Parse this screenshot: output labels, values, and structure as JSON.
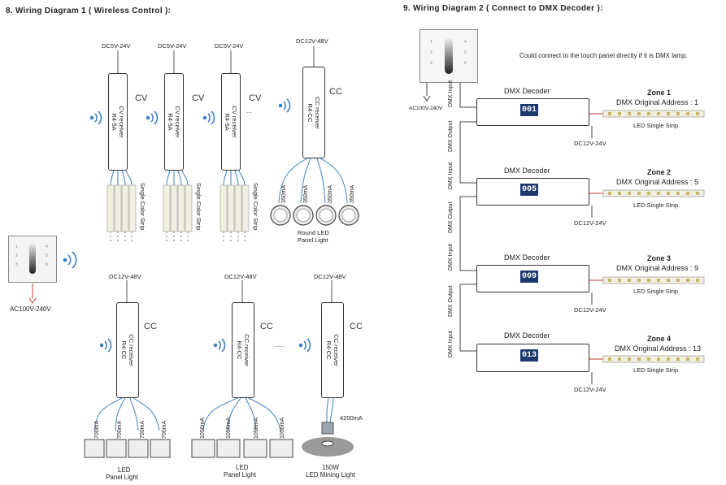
{
  "section1": {
    "title": "8. Wiring Diagram 1 ( Wireless Control ):",
    "power_cv": "DC5V-24V",
    "power_cc": "DC12V-48V",
    "cv_receiver": "CV receiver",
    "cv_model": "R4-5A",
    "cc_receiver": "CC receiver",
    "cc_model": "R4-CC",
    "cv_tag": "CV",
    "cc_tag": "CC",
    "ellipsis": "...",
    "ellipsis2": "......",
    "strip_label": "Single Color Strip",
    "current_350": "350mA",
    "current_700": "700mA",
    "current_1050": "1050mA",
    "current_4200": "4200mA",
    "round_led": "Round LED",
    "panel_light": "Panel Light",
    "led": "LED",
    "power_150w": "150W",
    "mining_light": "LED Mining Light",
    "ac_label": "AC100V-240V"
  },
  "section2": {
    "title": "9. Wiring Diagram 2 ( Connect to DMX Decoder ):",
    "note": "Could connect to the touch panel directly if it is DMX lamp.",
    "ac_label": "AC100V-240V",
    "dmx_input": "DMX Input",
    "dmx_output": "DMX Output",
    "decoder_label": "DMX Decoder",
    "decoder_power": "DC12V-24V",
    "strip_label": "LED Single Strip",
    "zones": [
      {
        "zone": "Zone 1",
        "address": "DMX Original Address : 1",
        "display": "001"
      },
      {
        "zone": "Zone 2",
        "address": "DMX Original Address : 5",
        "display": "005"
      },
      {
        "zone": "Zone 3",
        "address": "DMX Original Address : 9",
        "display": "009"
      },
      {
        "zone": "Zone 4",
        "address": "DMX Original Address : 13",
        "display": "013"
      }
    ]
  },
  "colors": {
    "display_bg": "#1d3a6e",
    "wire_blue": "#3f7fc0",
    "wire_red": "#c0392b"
  }
}
